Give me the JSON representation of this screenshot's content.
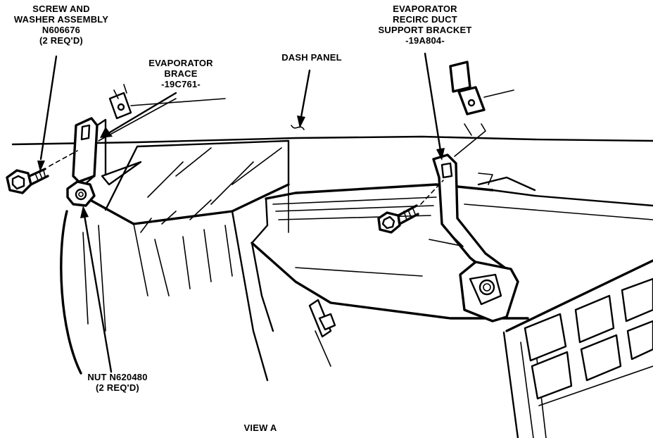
{
  "labels": {
    "screw_washer": [
      "SCREW AND",
      "WASHER ASSEMBLY",
      "N606676",
      "(2 REQ'D)"
    ],
    "evap_brace": [
      "EVAPORATOR",
      "BRACE",
      "-19C761-"
    ],
    "dash_panel": [
      "DASH PANEL"
    ],
    "recirc_bracket": [
      "EVAPORATOR",
      "RECIRC DUCT",
      "SUPPORT BRACKET",
      "-19A804-"
    ],
    "nut": [
      "NUT N620480",
      "(2 REQ'D)"
    ],
    "view": [
      "VIEW A"
    ]
  },
  "colors": {
    "ink": "#000000",
    "paper": "#ffffff"
  }
}
